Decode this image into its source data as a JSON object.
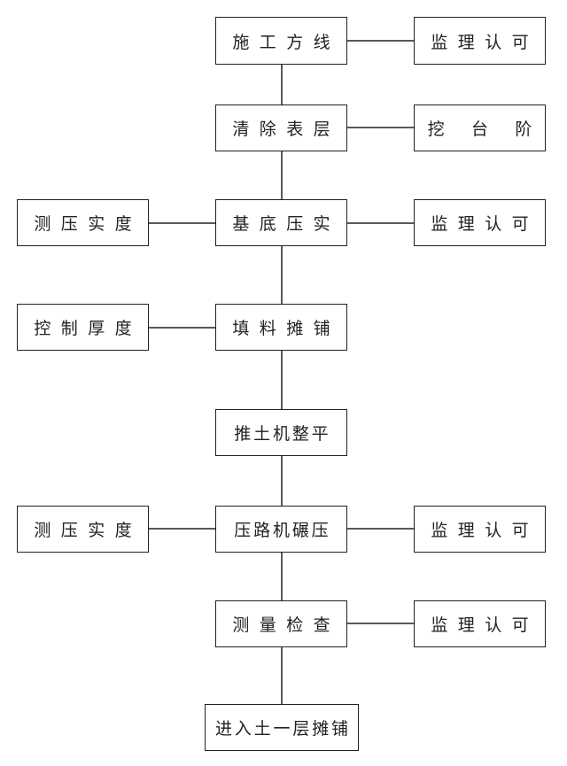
{
  "steps": {
    "s1": "施工方线",
    "s2": "清除表层",
    "s3": "基底压实",
    "s4": "填料摊铺",
    "s5": "推土机整平",
    "s6": "压路机碾压",
    "s7": "测量检查",
    "s8": "进入土一层摊铺"
  },
  "side_right": {
    "r1": "监理认可",
    "r2": "挖台阶",
    "r3": "监理认可",
    "r6": "监理认可",
    "r7": "监理认可"
  },
  "side_left": {
    "l3": "测压实度",
    "l4": "控制厚度",
    "l6": "测压实度"
  }
}
